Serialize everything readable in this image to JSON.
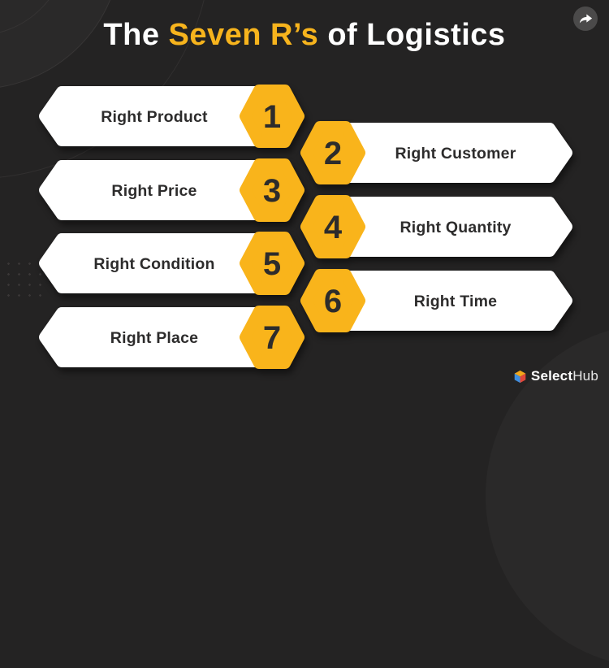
{
  "title": {
    "prefix": "The ",
    "highlight": "Seven R’s",
    "suffix": " of Logistics"
  },
  "share": {
    "icon": "share-forward-icon"
  },
  "items": [
    {
      "number": "1",
      "label": "Right Product",
      "side": "left"
    },
    {
      "number": "2",
      "label": "Right Customer",
      "side": "right"
    },
    {
      "number": "3",
      "label": "Right Price",
      "side": "left"
    },
    {
      "number": "4",
      "label": "Right Quantity",
      "side": "right"
    },
    {
      "number": "5",
      "label": "Right Condition",
      "side": "left"
    },
    {
      "number": "6",
      "label": "Right Time",
      "side": "right"
    },
    {
      "number": "7",
      "label": "Right Place",
      "side": "left"
    }
  ],
  "footer": {
    "brand_bold": "Select",
    "brand_regular": "Hub",
    "icon": "selecthub-cube-icon"
  },
  "colors": {
    "background": "#242323",
    "gold": "#F9B41B",
    "banner_white": "#FFFFFF",
    "dark_text": "#2D2C2C",
    "title_highlight": "#F7B41D",
    "share_circle": "#4B4A4A"
  }
}
